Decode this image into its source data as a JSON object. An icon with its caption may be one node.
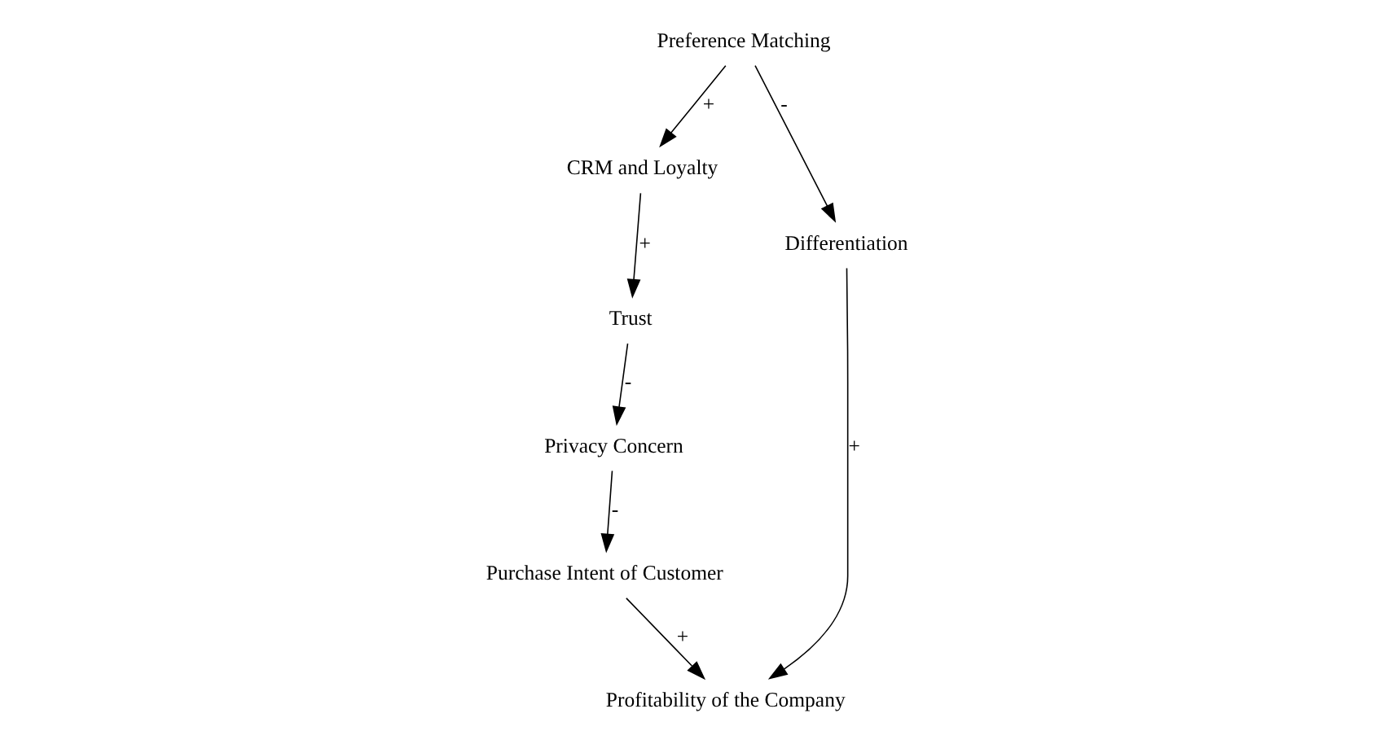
{
  "diagram": {
    "nodes": [
      {
        "text": [
          "Preference Matching"
        ]
      },
      {
        "text": [
          "CRM and Loyalty"
        ]
      },
      {
        "text": [
          "Differentiation"
        ]
      },
      {
        "text": [
          "Profitability of the Company"
        ]
      },
      {
        "text": [
          "Trust"
        ]
      },
      {
        "text": [
          "Purchase Intent of Customer"
        ]
      },
      {
        "text": [
          "Privacy Concern"
        ]
      }
    ],
    "edges": [
      {
        "from": 0,
        "to": 1,
        "arrow": "to",
        "label": "+"
      },
      {
        "from": 0,
        "to": 2,
        "arrow": "to",
        "label": "-"
      },
      {
        "from": 2,
        "to": 3,
        "arrow": "to",
        "label": "+"
      },
      {
        "from": 1,
        "to": 4,
        "arrow": "to",
        "label": "+"
      },
      {
        "from": 4,
        "to": 6,
        "arrow": "to",
        "label": "-"
      },
      {
        "from": 6,
        "to": 5,
        "arrow": "to",
        "label": "-"
      },
      {
        "from": 5,
        "to": 3,
        "arrow": "to",
        "label": "+"
      }
    ]
  }
}
